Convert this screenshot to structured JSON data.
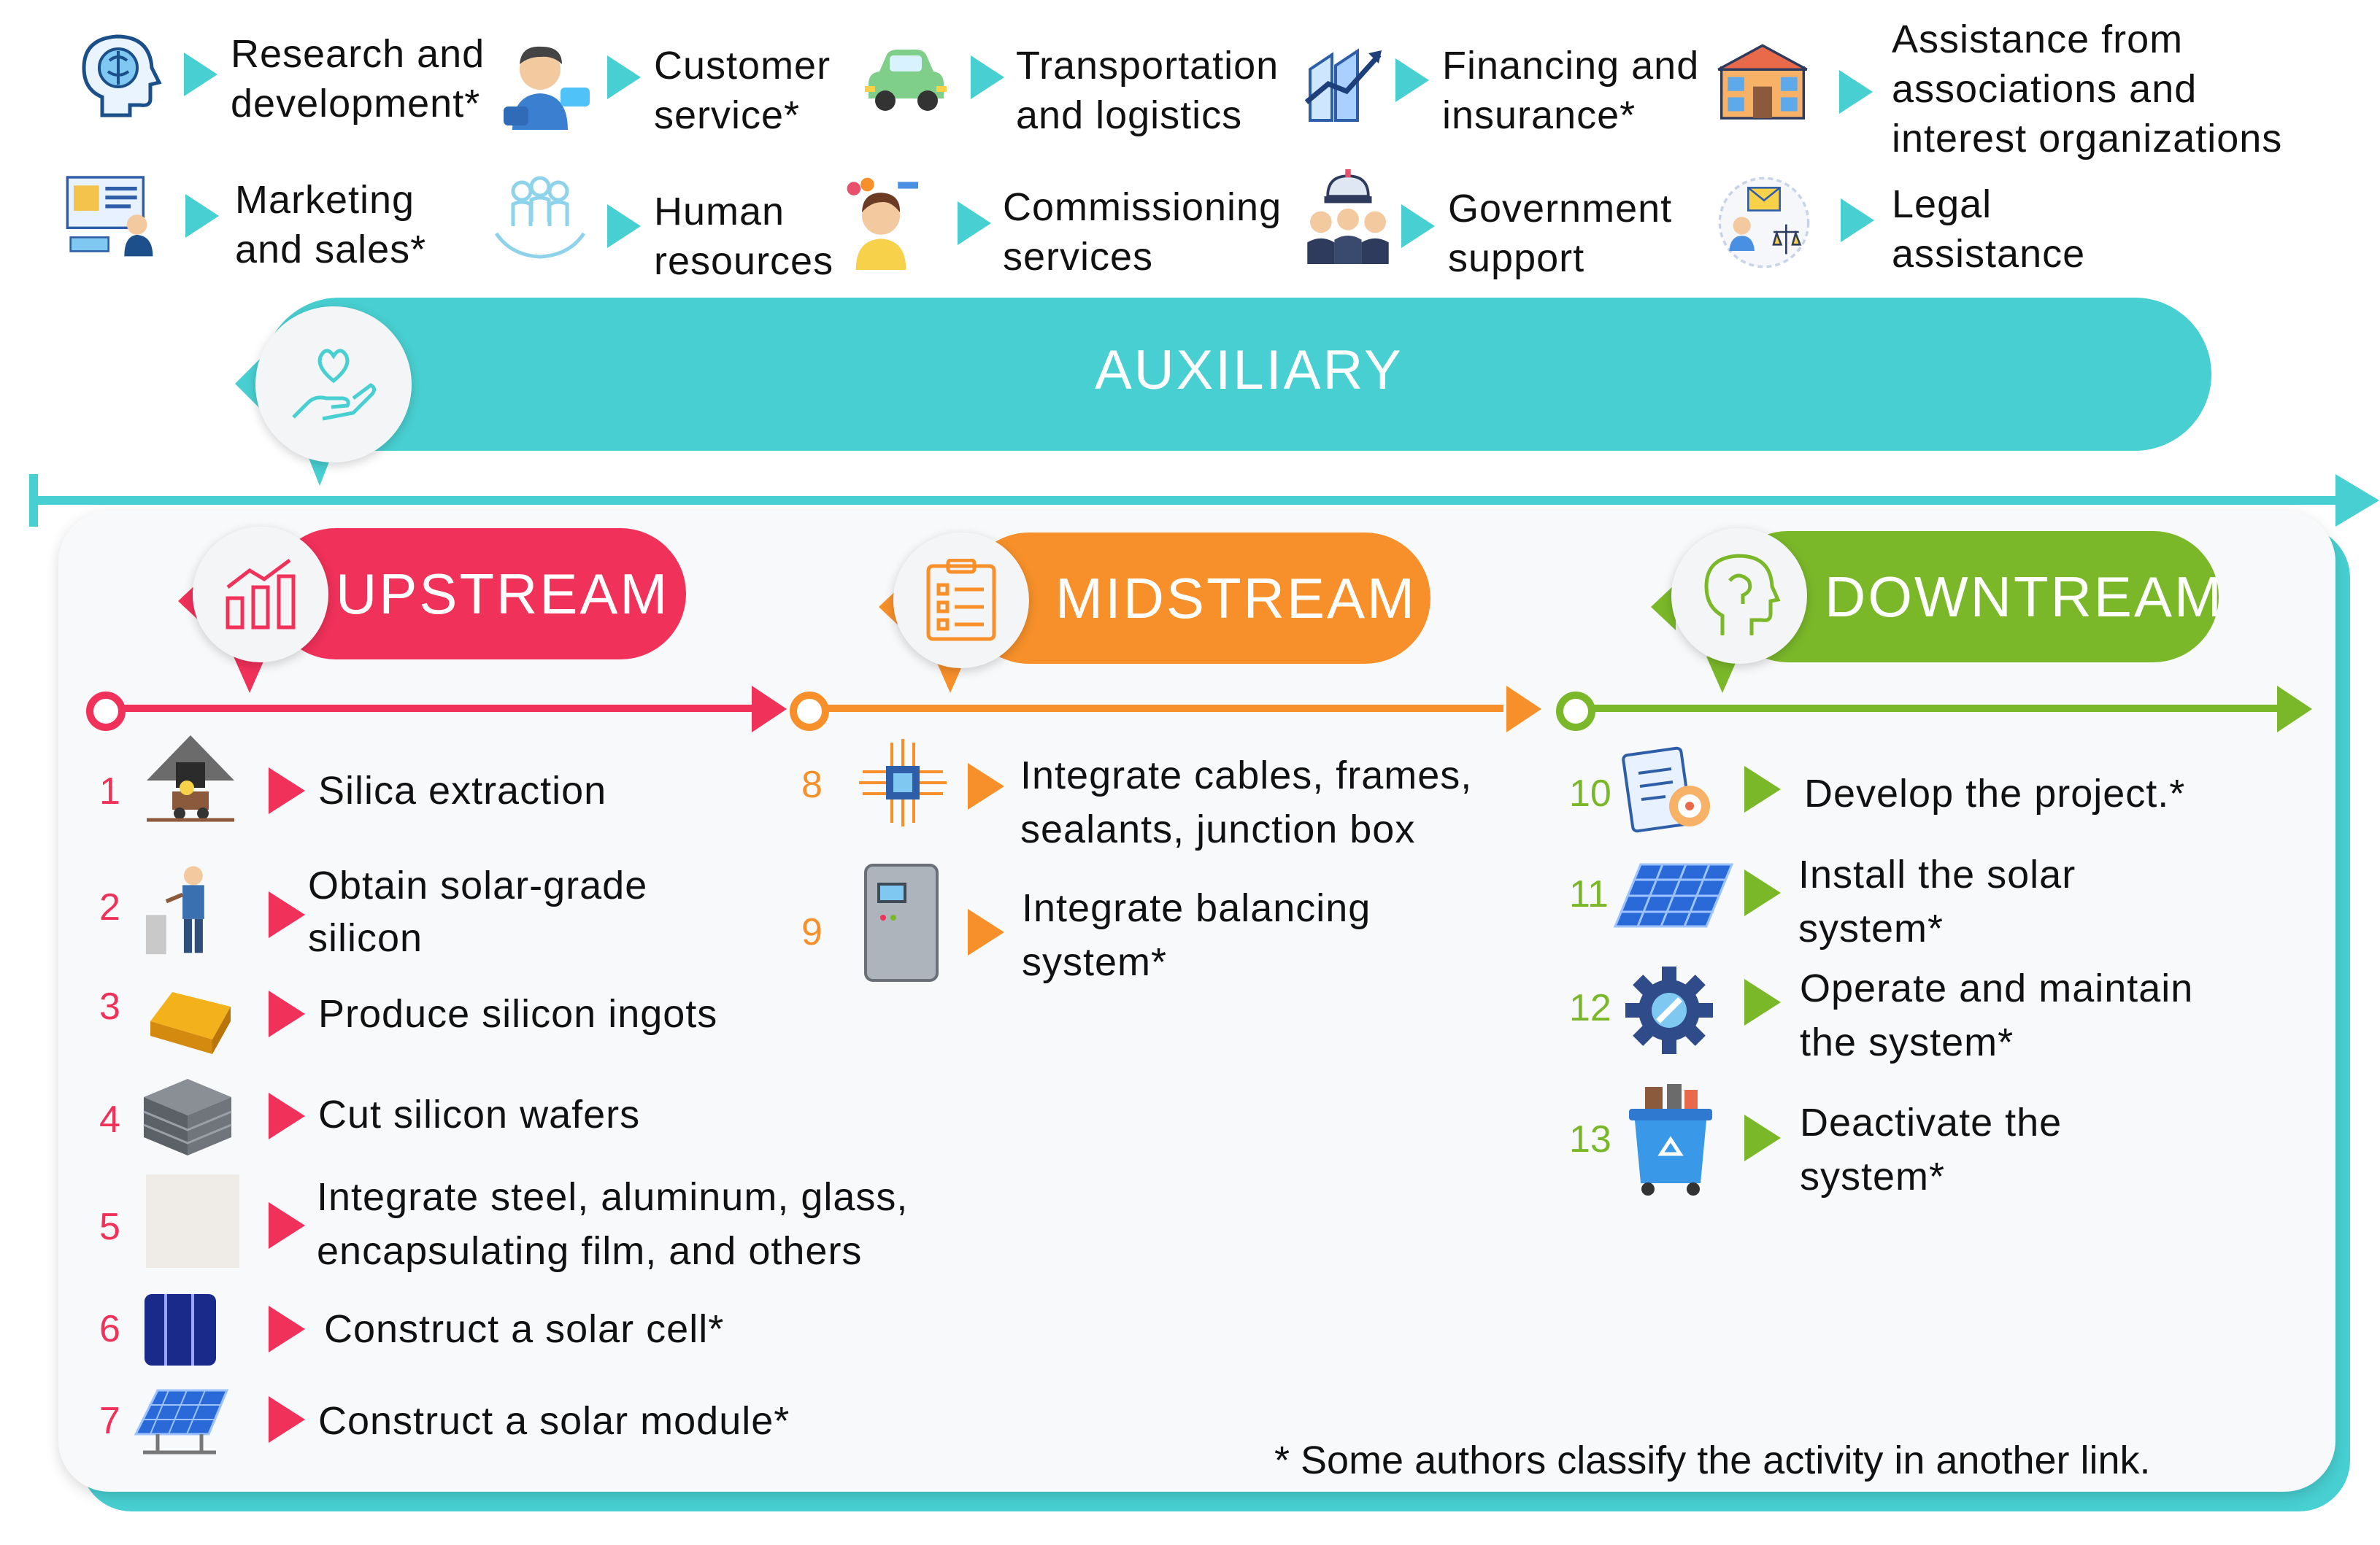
{
  "auxiliary": {
    "title": "AUXILIARY",
    "items": [
      {
        "label": "Research and\ndevelopment*",
        "icon": "brain-head-icon"
      },
      {
        "label": "Customer\nservice*",
        "icon": "support-agent-icon"
      },
      {
        "label": "Transportation\nand logistics",
        "icon": "car-icon"
      },
      {
        "label": "Financing and\ninsurance*",
        "icon": "growth-chart-icon"
      },
      {
        "label": "Assistance from\nassociations and\ninterest organizations",
        "icon": "building-icon"
      },
      {
        "label": "Marketing\nand sales*",
        "icon": "presentation-screen-icon"
      },
      {
        "label": "Human\nresources",
        "icon": "people-hands-icon"
      },
      {
        "label": "Commissioning\nservices",
        "icon": "service-worker-icon"
      },
      {
        "label": "Government\nsupport",
        "icon": "government-people-icon"
      },
      {
        "label": "Legal\nassistance",
        "icon": "legal-scales-icon"
      }
    ]
  },
  "upstream": {
    "title": "UPSTREAM",
    "color": "#f0315a",
    "steps": [
      {
        "num": "1",
        "label": "Silica extraction",
        "icon": "mine-cart-icon"
      },
      {
        "num": "2",
        "label": "Obtain solar-grade\nsilicon",
        "icon": "worker-icon"
      },
      {
        "num": "3",
        "label": "Produce silicon ingots",
        "icon": "ingot-icon"
      },
      {
        "num": "4",
        "label": "Cut silicon wafers",
        "icon": "wafer-stack-icon"
      },
      {
        "num": "5",
        "label": "Integrate steel, aluminum, glass,\nencapsulating film, and others",
        "icon": "film-sheet-icon"
      },
      {
        "num": "6",
        "label": "Construct a solar cell*",
        "icon": "solar-cell-icon"
      },
      {
        "num": "7",
        "label": "Construct a solar module*",
        "icon": "solar-module-icon"
      }
    ]
  },
  "midstream": {
    "title": "MIDSTREAM",
    "color": "#f7902a",
    "steps": [
      {
        "num": "8",
        "label": "Integrate cables, frames,\nsealants, junction box",
        "icon": "circuit-chip-icon"
      },
      {
        "num": "9",
        "label": "Integrate balancing\nsystem*",
        "icon": "inverter-icon"
      }
    ]
  },
  "downstream": {
    "title": "DOWNTREAM",
    "color": "#7ab829",
    "steps": [
      {
        "num": "10",
        "label": "Develop the project.*",
        "icon": "project-plan-icon"
      },
      {
        "num": "11",
        "label": "Install the solar\nsystem*",
        "icon": "solar-panels-icon"
      },
      {
        "num": "12",
        "label": "Operate and maintain\nthe system*",
        "icon": "gear-wrench-icon"
      },
      {
        "num": "13",
        "label": "Deactivate the\nsystem*",
        "icon": "recycle-bin-icon"
      }
    ]
  },
  "footnote": "* Some authors classify the activity in another link.",
  "colors": {
    "teal": "#48cfd1",
    "red": "#f0315a",
    "orange": "#f7902a",
    "green": "#7ab829"
  }
}
